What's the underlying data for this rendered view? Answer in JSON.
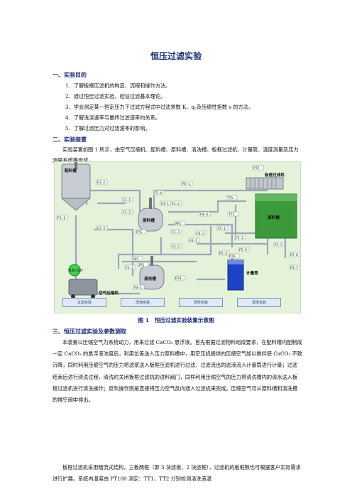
{
  "title": "恒压过滤实验",
  "sections": {
    "s1": {
      "heading": "一、实验目的",
      "items": [
        "1．了解板框压滤机的构造、流程和操作方法。",
        "2．通过恒压过滤实验，验证过滤基本理论。",
        "3．学会测定某一恒定压力下过滤方程式中过滤常数 K、qₑ及压缩性指数 s 的方法。",
        "4．了解洗涤速率与最终过滤速率的关系。",
        "5．了解过滤压力对过滤速率的影响。"
      ]
    },
    "s2": {
      "heading": "二、实验装置",
      "para": "实验装置如图 1 所示，由空气压缩机、配料槽、原料槽、清洗槽、板框过滤机、计量筒、温度测量及压力测量系统等组成。"
    },
    "s3": {
      "heading": "三、恒压过滤实验及参数测取",
      "para1": "本装置以压缩空气为系统动力，用来过滤 CaCO₃ 悬浮液。首先根据过滤物料组成要求，在配料槽内配制成一定 CaCO₃ 的悬浮液浓度后，利用位差送入压力原料槽中，用空压机提供的压缩空气加以搅拌使 CaCO₃ 不致沉降，同时利用压缩空气的压力将滤浆送入板框压滤机进行过滤，过滤流出的滤液流入计量筒进行计量；过滤结束后进行清洗过程，清洗时关闭板框过滤机的进料阀门，同样利用压缩空气的压力将清洗槽内的清水送入板框过滤机进行清洗操作；反吹操作则是直接将压力空气反向通入过滤机来完成。压缩空气可从原料槽和清洗槽的排空阀中排出。",
      "para2": "板框过滤机采用暗流式结构，三板两框（即 3 块滤板，2 块滤框），过滤机的板框数也可根据客户实际需求进行扩展。系统内温度由 PT100 测定：TT1、TT2 分别检测清洗液温"
    }
  },
  "figure": {
    "caption_num": "图 1",
    "caption_text": "恒压过滤实验装置示意图",
    "labels": {
      "peiliao": "配料槽",
      "yuanliao": "原料槽",
      "yuanliao2": "原料槽",
      "qingxi": "清洗槽",
      "bankuang": "板框过滤机",
      "jiliang": "计量筒",
      "kongya": "空气压缩机",
      "indicator": "电源/运行"
    },
    "tags": [
      "F1-1",
      "F1-2",
      "F1-3",
      "F2-1",
      "F2-2",
      "F2-3",
      "F2-4",
      "F3-1",
      "F3-2",
      "F3-3",
      "F4-1",
      "F4-2",
      "F4-3",
      "F4-4",
      "F5-1",
      "F5-2",
      "F5-3",
      "F5-4",
      "F5-5",
      "F5-6",
      "F5-7",
      "F6-1",
      "F6-2",
      "TT1",
      "TT2",
      "PT1",
      "PT2",
      "PT3",
      "PT4",
      "AP1",
      "AP2",
      "JP1"
    ],
    "buttons": [
      "过滤实验",
      "洗涤实验",
      "反吹实验",
      "清洗实验"
    ]
  }
}
